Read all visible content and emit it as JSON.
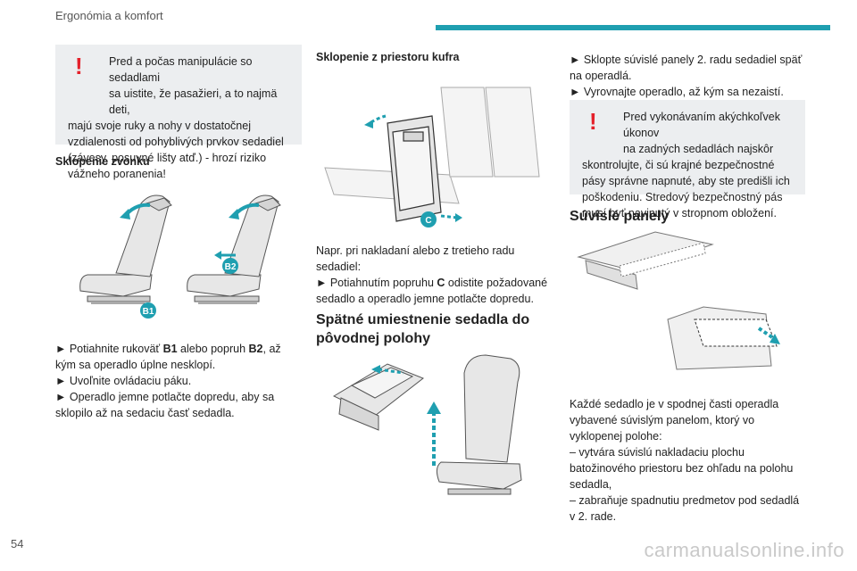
{
  "header": {
    "section_title": "Ergonómia a komfort"
  },
  "page_number": "54",
  "watermark": "carmanualsonline.info",
  "col1": {
    "warning": {
      "first_line": "Pred a počas manipulácie so sedadlami",
      "second_line": "sa uistite, že pasažieri, a to najmä deti,",
      "rest": "majú svoje ruky a nohy v dostatočnej vzdialenosti od pohyblivých prvkov sedadiel (závesy, posuvné lišty atď.) - hrozí riziko vážneho poranenia!"
    },
    "subheading": "Sklopenie zvonku",
    "badges": {
      "b1": "B1",
      "b2": "B2"
    },
    "step1_prefix": "► Potiahnite rukoväť ",
    "step1_b1": "B1",
    "step1_mid": " alebo popruh ",
    "step1_b2": "B2",
    "step1_suffix": ", až kým sa operadlo úplne nesklopí.",
    "step2": "► Uvoľnite ovládaciu páku.",
    "step3": "► Operadlo jemne potlačte dopredu, aby sa sklopilo až na sedaciu časť sedadla."
  },
  "col2": {
    "subheading": "Sklopenie z priestoru kufra",
    "badge_c": "C",
    "intro": "Napr. pri nakladaní alebo z tretieho radu sedadiel:",
    "step_prefix": "► Potiahnutím popruhu ",
    "step_c": "C",
    "step_suffix": " odistite požadované sedadlo a operadlo jemne potlačte dopredu.",
    "heading": "Spätné umiestnenie sedadla do pôvodnej polohy"
  },
  "col3": {
    "step1": "► Sklopte súvislé panely 2. radu sedadiel späť na operadlá.",
    "step2": "► Vyrovnajte operadlo, až kým sa nezaistí.",
    "warning": {
      "first_line": "Pred vykonávaním akýchkoľvek úkonov",
      "second_line": "na zadných sedadlách najskôr",
      "rest": "skontrolujte, či sú krajné bezpečnostné pásy správne napnuté, aby ste predišli ich poškodeniu. Stredový bezpečnostný pás musí byť navinutý v stropnom obložení."
    },
    "heading": "Súvislé panely",
    "para_intro": "Každé sedadlo je v spodnej časti operadla vybavené súvislým panelom, ktorý vo vyklopenej polohe:",
    "item1": "– vytvára súvislú nakladaciu plochu batožinového priestoru bez ohľadu na polohu sedadla,",
    "item2": "– zabraňuje spadnutiu predmetov pod sedadlá v 2. rade."
  },
  "colors": {
    "accent": "#1f9fb0",
    "warning_mark": "#e4202a",
    "warning_bg": "#eceef0"
  },
  "icons": [
    "warning-exclamation-icon"
  ]
}
